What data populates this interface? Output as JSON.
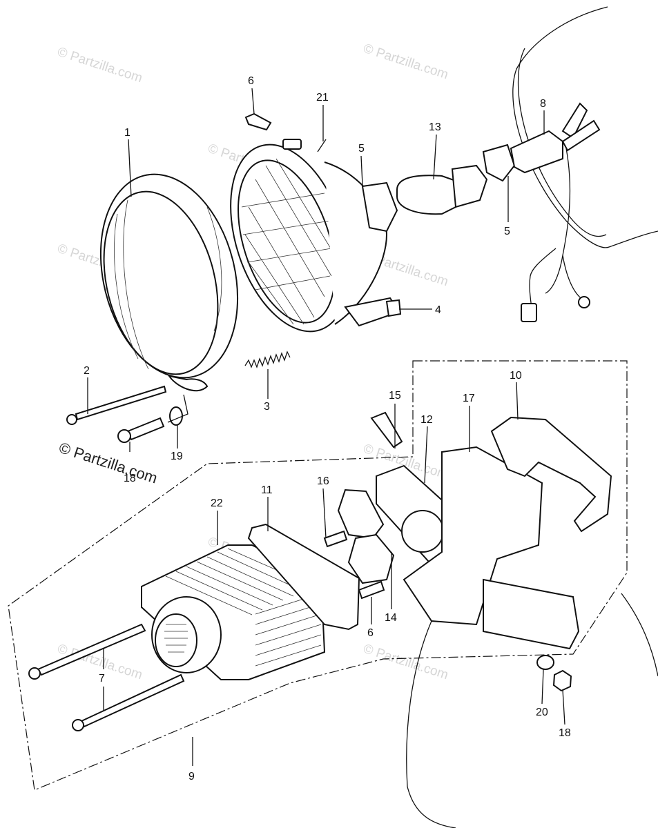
{
  "diagram": {
    "watermarks": [
      "© Partzilla.com",
      "© Partzilla.com",
      "© Partzilla.com",
      "© Partzilla.com",
      "© Partzilla.com",
      "© Partzilla.com",
      "© Partzilla.com",
      "© Partzilla.com",
      "© Partzilla.com"
    ],
    "watermark_main": "© Partzilla.com",
    "callouts": [
      "1",
      "2",
      "3",
      "4",
      "5",
      "5",
      "6",
      "6",
      "7",
      "8",
      "9",
      "10",
      "11",
      "12",
      "13",
      "14",
      "15",
      "16",
      "17",
      "18",
      "18",
      "19",
      "20",
      "21",
      "22"
    ]
  }
}
